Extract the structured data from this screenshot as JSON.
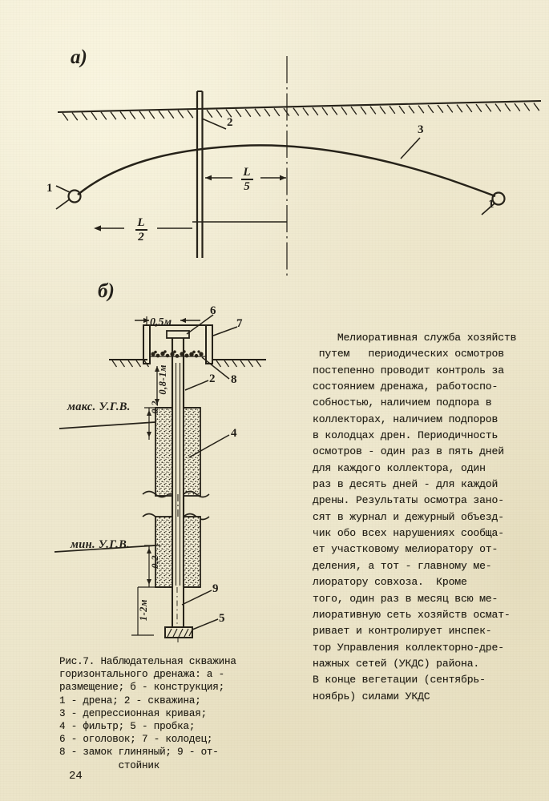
{
  "page": {
    "number": "24",
    "paper_color": "#f0eace",
    "ink_color": "#262219"
  },
  "figure_a": {
    "panel_label": "а)",
    "callouts": {
      "drain_left": "1",
      "drain_right": "1",
      "borehole": "2",
      "depression_curve": "3"
    },
    "dimensions": {
      "fifth_numerator": "L",
      "fifth_denominator": "5",
      "half_numerator": "L",
      "half_denominator": "2"
    }
  },
  "figure_b": {
    "panel_label": "б)",
    "callouts": {
      "head": "6",
      "well_pit": "7",
      "clay_seal": "8",
      "borehole_pipe": "2",
      "filter": "4",
      "sump": "9",
      "plug": "5"
    },
    "dimensions": {
      "width_top": "0,5м",
      "depth_head": "0,8-1м",
      "above_max_gw": "0,2",
      "below_min_gw": "0,2",
      "sump_length": "1-2м"
    },
    "water_levels": {
      "max": "макс. У.Г.В.",
      "min": "мин. У.Г.В."
    }
  },
  "caption": {
    "text": "Рис.7. Наблюдательная скважина\nгоризонтального дренажа: а -\nразмещение; б - конструкция;\n1 - дрена; 2 - скважина;\n3 - депрессионная кривая;\n4 - фильтр; 5 - пробка;\n6 - оголовок; 7 - колодец;\n8 - замок глиняный; 9 - от-\n          стойник"
  },
  "body": {
    "text": "    Мелиоративная служба хозяйств\n путем   периодических осмотров\nпостепенно проводит контроль за\nсостоянием дренажа, работоспо-\nсобностью, наличием подпора в\nколлекторах, наличием подпоров\nв колодцах дрен. Периодичность\nосмотров - один раз в пять дней\nдля каждого коллектора, один\nраз в десять дней - для каждой\nдрены. Результаты осмотра зано-\nсят в журнал и дежурный объезд-\nчик обо всех нарушениях сообща-\nет участковому мелиоратору от-\nделения, а тот - главному ме-\nлиоратору совхоза.  Кроме\nтого, один раз в месяц всю ме-\nлиоративную сеть хозяйств осмат-\nривает и контролирует инспек-\nтор Управления коллекторно-дре-\nнажных сетей (УКДС) района.\nВ конце вегетации (сентябрь-\nноябрь) силами УКДС"
  }
}
